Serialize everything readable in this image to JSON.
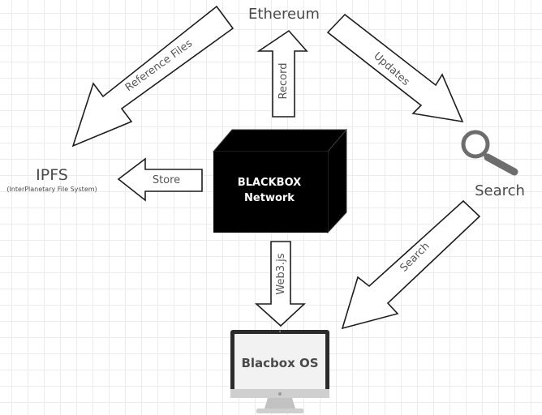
{
  "nodes": {
    "ethereum": "Ethereum",
    "ipfs_title": "IPFS",
    "ipfs_subtitle": "(InterPlanetary File System)",
    "search": "Search",
    "blackbox_line1": "BLACKBOX",
    "blackbox_line2": "Network",
    "os": "Blacbox OS"
  },
  "arrows": {
    "reference_files": "Reference Files",
    "record": "Record",
    "updates": "Updates",
    "store": "Store",
    "web3": "Web3.js",
    "search": "Search"
  },
  "colors": {
    "box_fill": "#000000",
    "box_text": "#ffffff",
    "monitor_frame": "#2b2b2b",
    "magnifier": "#6d6d6d"
  }
}
